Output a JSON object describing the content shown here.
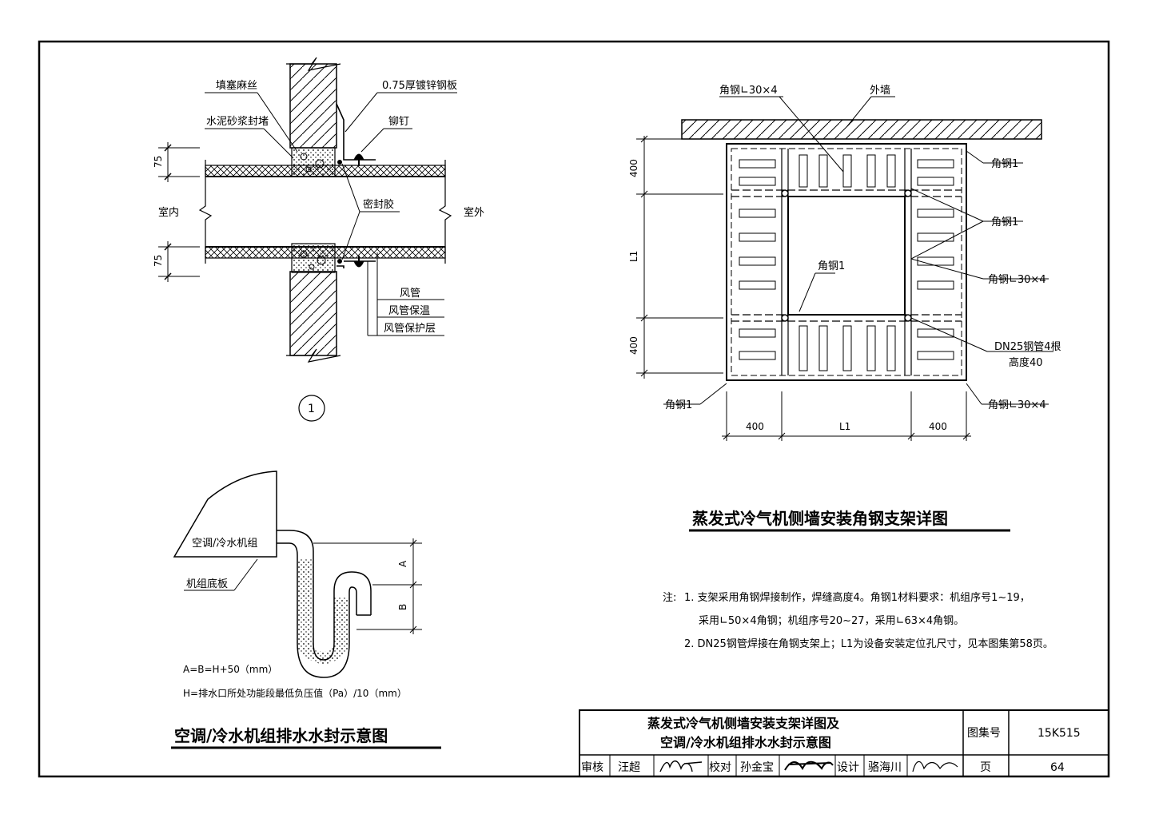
{
  "detail1": {
    "labels": {
      "packing": "填塞麻丝",
      "mortar": "水泥砂浆封堵",
      "steel_plate": "0.75厚镀锌钢板",
      "rivet": "铆钉",
      "sealant": "密封胶",
      "indoor": "室内",
      "outdoor": "室外",
      "duct": "风管",
      "insulation": "风管保温",
      "protect": "风管保护层",
      "dim_top": "75",
      "dim_bottom": "75"
    },
    "marker": "1"
  },
  "frame": {
    "labels": {
      "angle_top": "角钢∟30×4",
      "outer_wall": "外墙",
      "angle1_a": "角钢1",
      "angle1_b": "角钢1",
      "angle1_c": "角钢1",
      "angle_mid_right": "角钢∟30×4",
      "pipe_line1": "DN25钢管4根",
      "pipe_line2": "高度40",
      "angle1_bl": "角钢1",
      "angle_bottom_right": "角钢∟30×4"
    },
    "dims": {
      "left_top": "400",
      "left_mid": "L1",
      "left_bottom": "400",
      "bot_left": "400",
      "bot_mid": "L1",
      "bot_right": "400"
    },
    "title": "蒸发式冷气机侧墙安装角钢支架详图"
  },
  "notes": {
    "prefix": "注:",
    "n1a": "1. 支架采用角钢焊接制作，焊缝高度4。角钢1材料要求：机组序号1~19，",
    "n1b": "采用∟50×4角钢；机组序号20~27，采用∟63×4角钢。",
    "n2": "2. DN25钢管焊接在角钢支架上；L1为设备安装定位孔尺寸，见本图集第58页。"
  },
  "trap": {
    "unit": "空调/冷水机组",
    "base": "机组底板",
    "dim_a": "A",
    "dim_b": "B",
    "formula1": "A=B=H+50（mm）",
    "formula2": "H=排水口所处功能段最低负压值（Pa）/10（mm）",
    "title": "空调/冷水机组排水水封示意图"
  },
  "titleblock": {
    "title1": "蒸发式冷气机侧墙安装支架详图及",
    "title2": "空调/冷水机组排水水封示意图",
    "atlas_label": "图集号",
    "atlas_no": "15K515",
    "review": "审核",
    "reviewer": "汪超",
    "check": "校对",
    "checker": "孙金宝",
    "design": "设计",
    "designer": "骆海川",
    "page_label": "页",
    "page_no": "64"
  }
}
